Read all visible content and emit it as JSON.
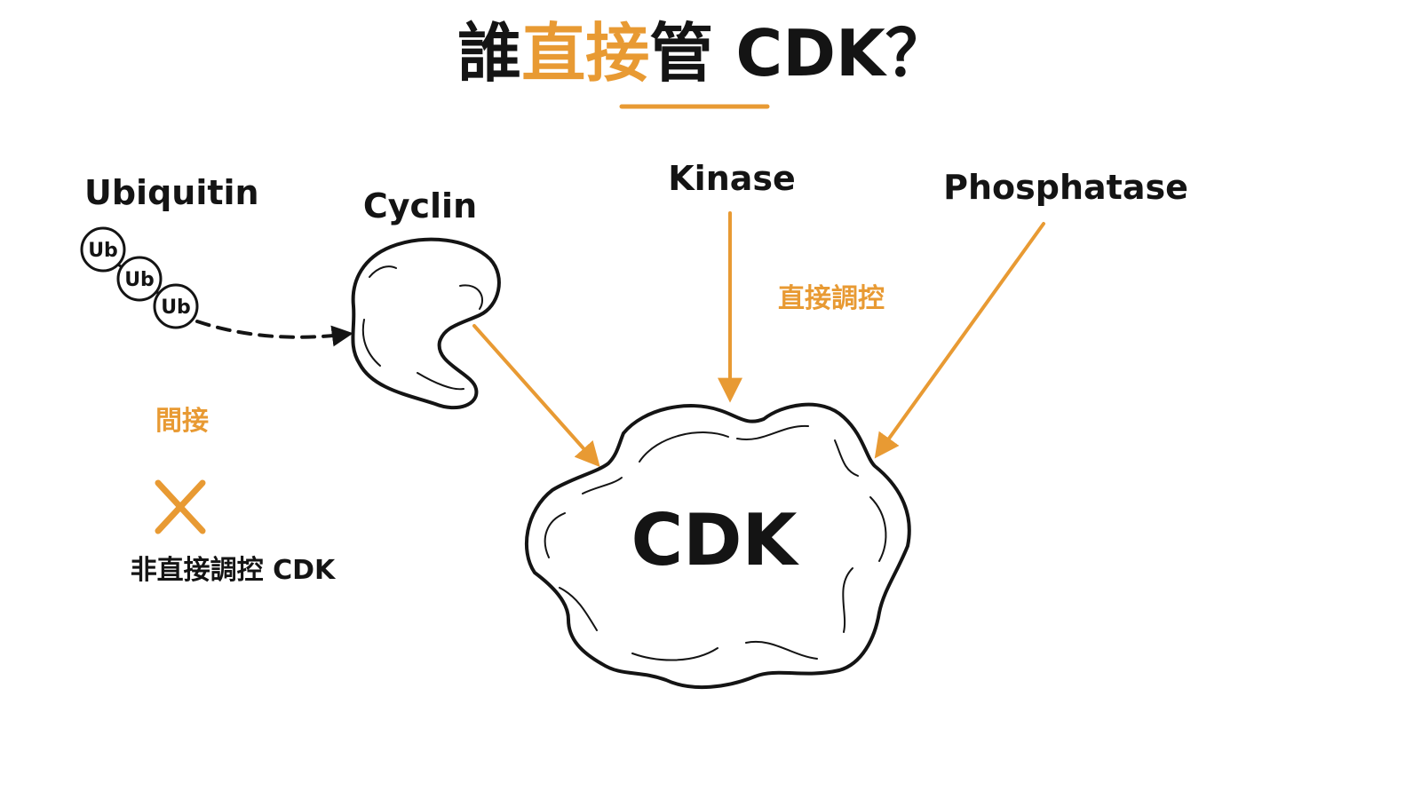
{
  "title": {
    "prefix": "誰",
    "accent": "直接",
    "suffix": "管 CDK？"
  },
  "nodes": {
    "ubiquitin": "Ubiquitin",
    "ub_unit": "Ub",
    "cyclin": "Cyclin",
    "kinase": "Kinase",
    "phosphatase": "Phosphatase",
    "cdk": "CDK"
  },
  "labels": {
    "direct": "直接調控",
    "indirect": "間接",
    "not_direct": "非直接調控 CDK"
  },
  "colors": {
    "accent": "#e89a33",
    "ink": "#141414",
    "background": "#ffffff"
  }
}
